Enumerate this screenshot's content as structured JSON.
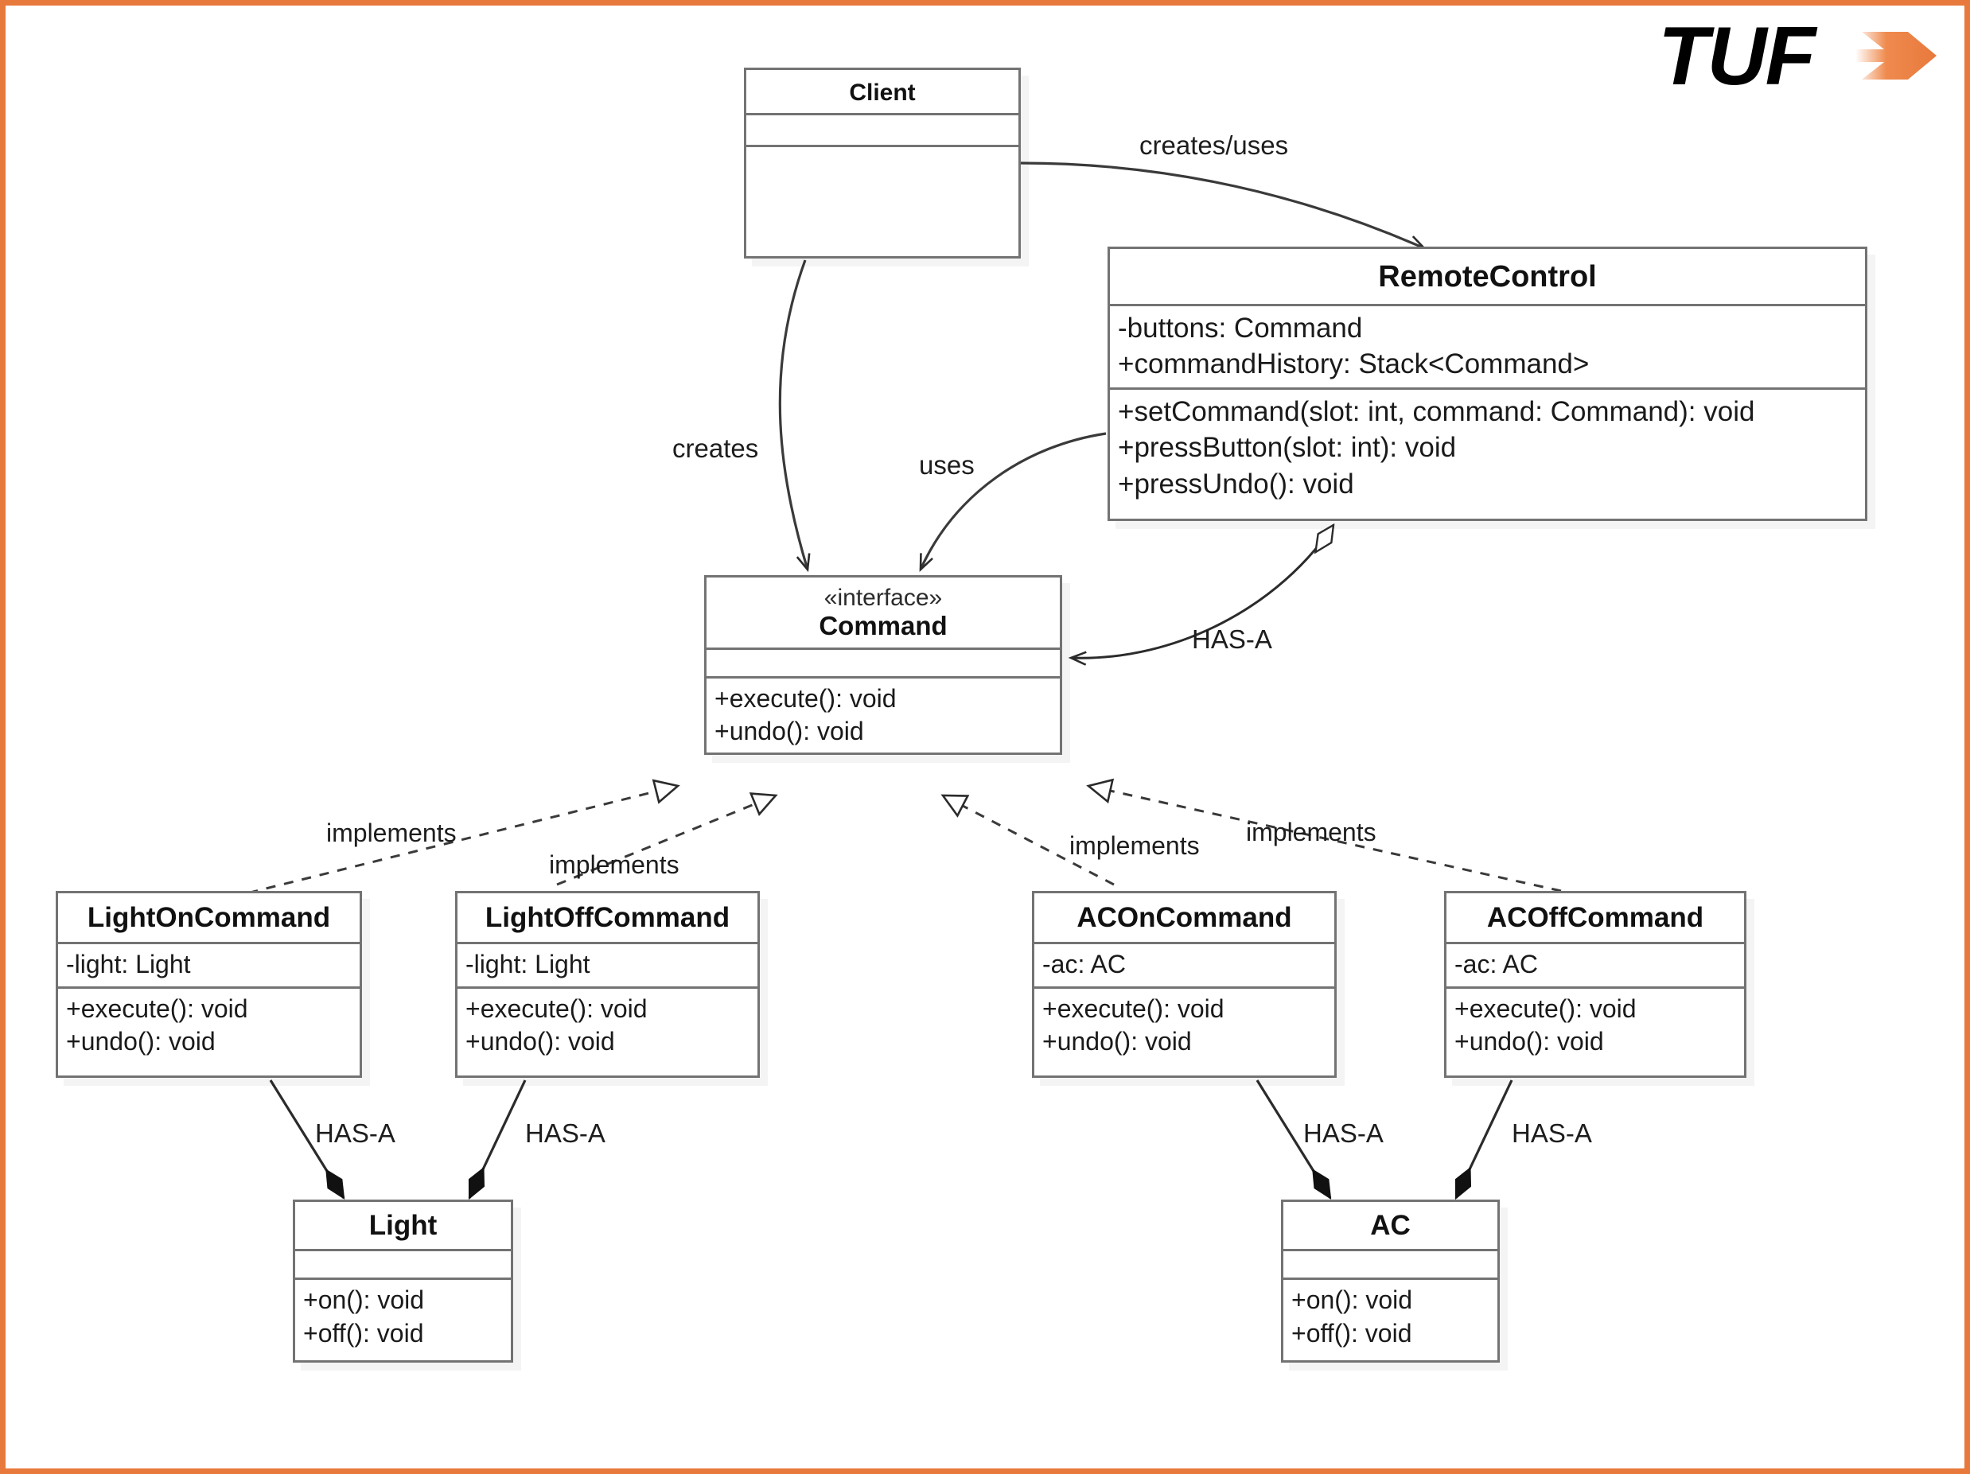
{
  "diagram": {
    "title": "Command Design Pattern UML Class Diagram",
    "brand": {
      "name": "TUF",
      "accent_color": "#e8793c",
      "arrow_icon": "arrow-right-icon"
    },
    "border_color": "#e8793c",
    "box_border_color": "#737373",
    "background": "#ffffff"
  },
  "classes": [
    {
      "id": "client",
      "name": "Client",
      "stereotype": "",
      "attributes": [],
      "methods": []
    },
    {
      "id": "remotecontrol",
      "name": "RemoteControl",
      "stereotype": "",
      "attributes": [
        "-buttons: Command",
        "+commandHistory: Stack<Command>"
      ],
      "methods": [
        "+setCommand(slot: int, command: Command): void",
        "+pressButton(slot: int): void",
        "+pressUndo(): void"
      ]
    },
    {
      "id": "command",
      "name": "Command",
      "stereotype": "«interface»",
      "attributes": [],
      "methods": [
        "+execute(): void",
        "+undo(): void"
      ]
    },
    {
      "id": "lightoncommand",
      "name": "LightOnCommand",
      "stereotype": "",
      "attributes": [
        "-light: Light"
      ],
      "methods": [
        "+execute(): void",
        "+undo(): void"
      ]
    },
    {
      "id": "lightoffcommand",
      "name": "LightOffCommand",
      "stereotype": "",
      "attributes": [
        "-light: Light"
      ],
      "methods": [
        "+execute(): void",
        "+undo(): void"
      ]
    },
    {
      "id": "aconcommand",
      "name": "ACOnCommand",
      "stereotype": "",
      "attributes": [
        "-ac: AC"
      ],
      "methods": [
        "+execute(): void",
        "+undo(): void"
      ]
    },
    {
      "id": "acoffcommand",
      "name": "ACOffCommand",
      "stereotype": "",
      "attributes": [
        "-ac: AC"
      ],
      "methods": [
        "+execute(): void",
        "+undo(): void"
      ]
    },
    {
      "id": "light",
      "name": "Light",
      "stereotype": "",
      "attributes": [],
      "methods": [
        "+on(): void",
        "+off(): void"
      ]
    },
    {
      "id": "ac",
      "name": "AC",
      "stereotype": "",
      "attributes": [],
      "methods": [
        "+on(): void",
        "+off(): void"
      ]
    }
  ],
  "relationships": [
    {
      "id": "r1",
      "from": "client",
      "to": "remotecontrol",
      "label": "creates/uses",
      "type": "dependency-arrow"
    },
    {
      "id": "r2",
      "from": "client",
      "to": "command",
      "label": "creates",
      "type": "dependency-arrow"
    },
    {
      "id": "r3",
      "from": "remotecontrol",
      "to": "command",
      "label": "uses",
      "type": "dependency-arrow"
    },
    {
      "id": "r4",
      "from": "remotecontrol",
      "to": "command",
      "label": "HAS-A",
      "type": "aggregation"
    },
    {
      "id": "r5",
      "from": "lightoncommand",
      "to": "command",
      "label": "implements",
      "type": "realization"
    },
    {
      "id": "r6",
      "from": "lightoffcommand",
      "to": "command",
      "label": "implements",
      "type": "realization"
    },
    {
      "id": "r7",
      "from": "aconcommand",
      "to": "command",
      "label": "implements",
      "type": "realization"
    },
    {
      "id": "r8",
      "from": "acoffcommand",
      "to": "command",
      "label": "implements",
      "type": "realization"
    },
    {
      "id": "r9",
      "from": "lightoncommand",
      "to": "light",
      "label": "HAS-A",
      "type": "composition"
    },
    {
      "id": "r10",
      "from": "lightoffcommand",
      "to": "light",
      "label": "HAS-A",
      "type": "composition"
    },
    {
      "id": "r11",
      "from": "aconcommand",
      "to": "ac",
      "label": "HAS-A",
      "type": "composition"
    },
    {
      "id": "r12",
      "from": "acoffcommand",
      "to": "ac",
      "label": "HAS-A",
      "type": "composition"
    }
  ],
  "labels": {
    "creates_uses": "creates/uses",
    "creates": "creates",
    "uses": "uses",
    "has_a_remote": "HAS-A",
    "implements_1": "implements",
    "implements_2": "implements",
    "implements_3": "implements",
    "implements_4": "implements",
    "has_a_light_on": "HAS-A",
    "has_a_light_off": "HAS-A",
    "has_a_ac_on": "HAS-A",
    "has_a_ac_off": "HAS-A"
  }
}
